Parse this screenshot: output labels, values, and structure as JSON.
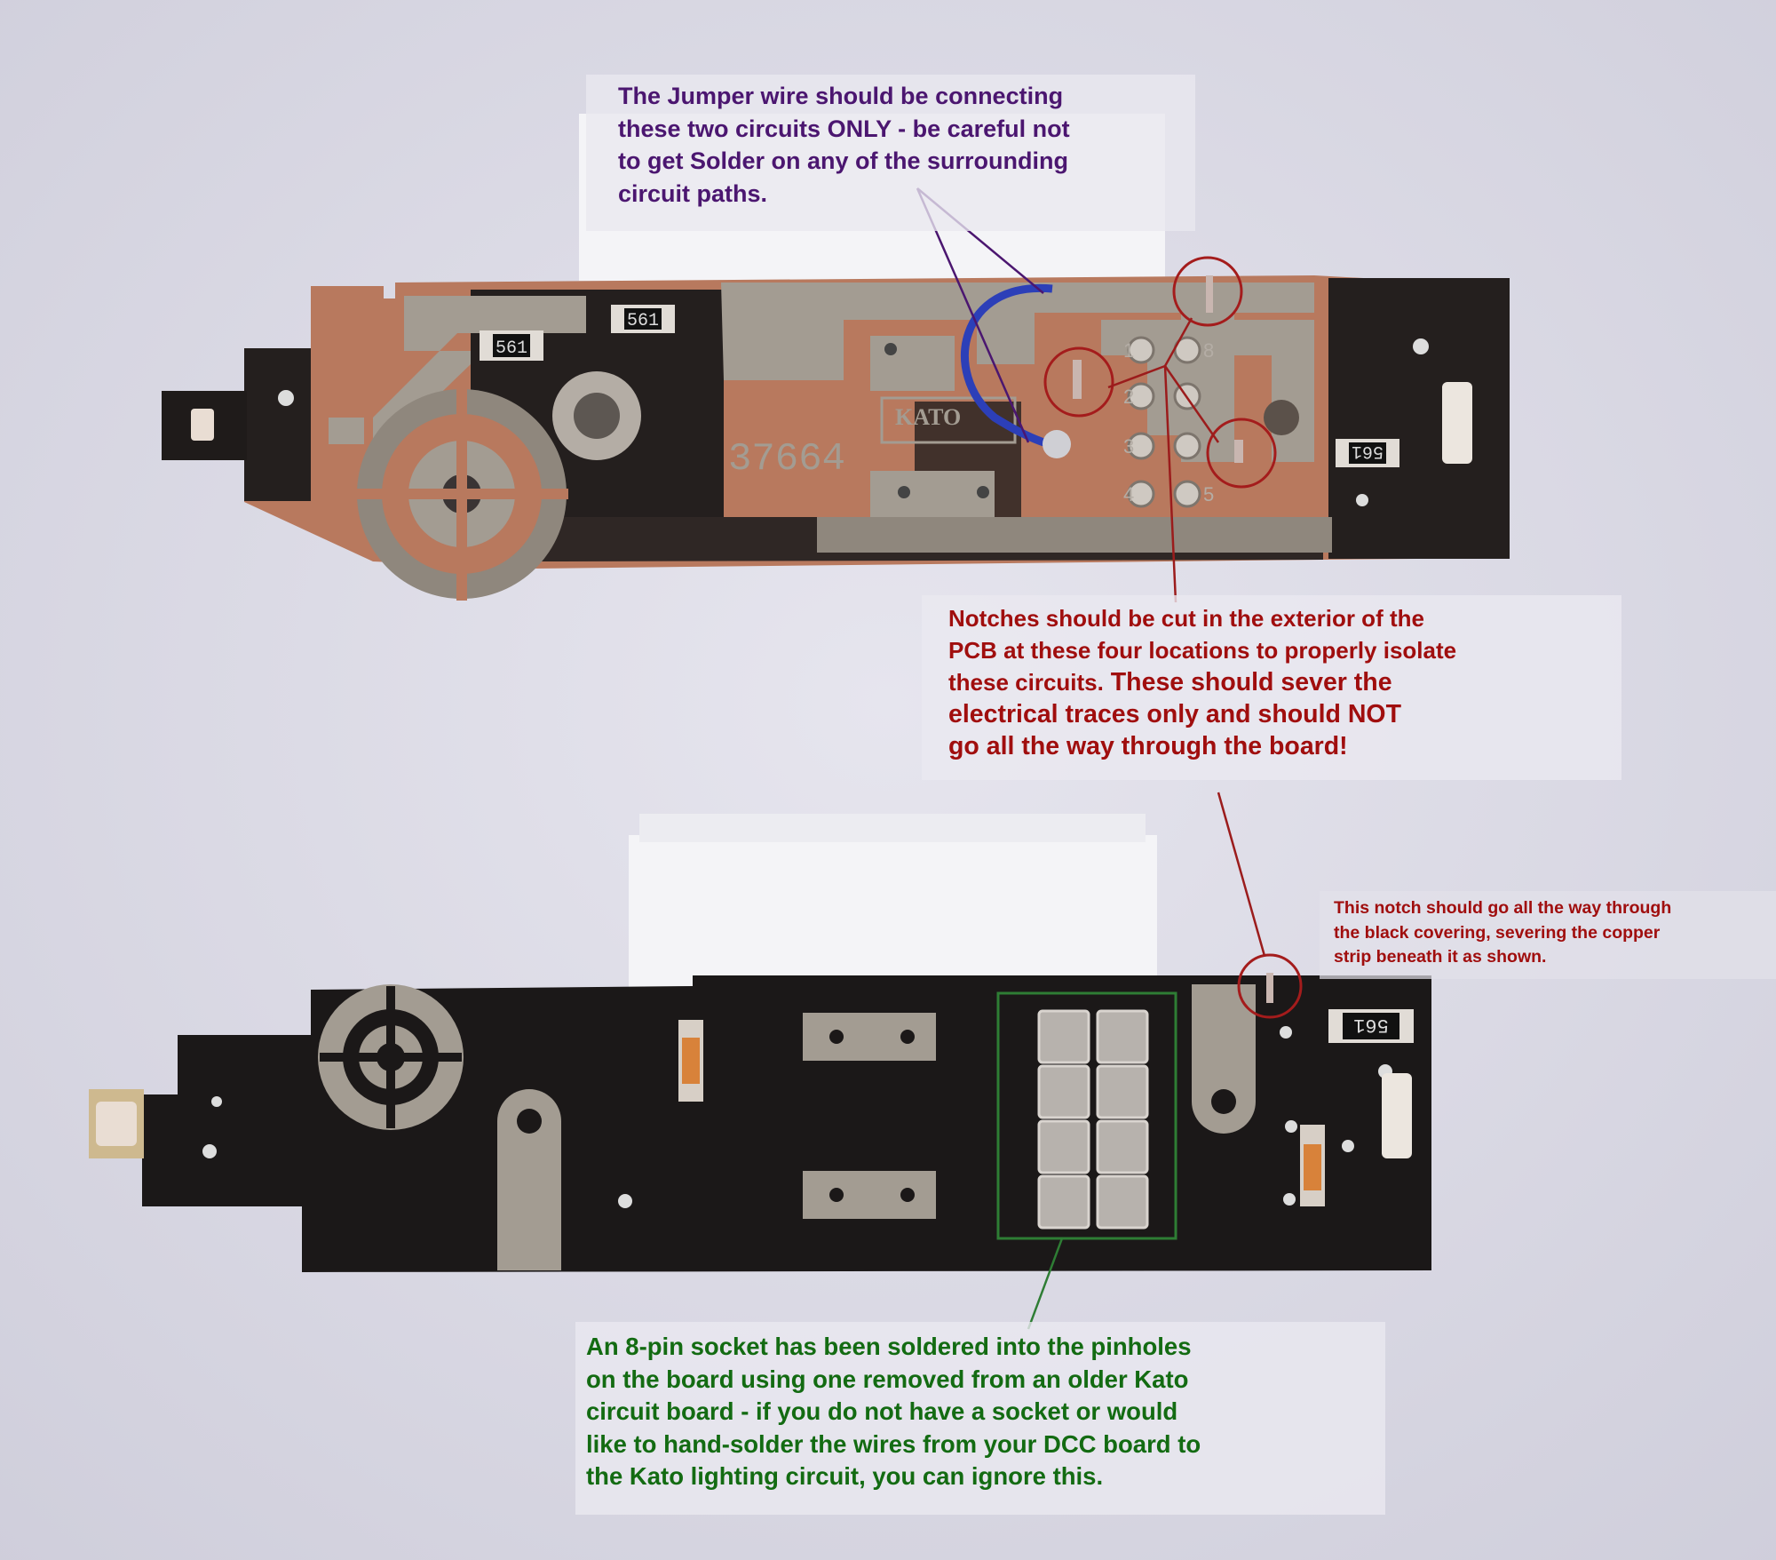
{
  "photo": {
    "top_board": {
      "part_number": "37664",
      "logo_text": "KATO",
      "resistor_codes": [
        "561",
        "561",
        "561"
      ],
      "pin_labels": [
        "1",
        "2",
        "3",
        "4",
        "5",
        "",
        "",
        "8"
      ]
    },
    "bottom_board": {
      "resistor_code": "561"
    }
  },
  "annotations": {
    "jumper": {
      "color": "#4b1670",
      "text": "The Jumper wire should be connecting\nthese two circuits ONLY - be careful not\nto get Solder on any of the surrounding\ncircuit paths."
    },
    "notches": {
      "color": "#a00e0e",
      "text_part1": "Notches should be cut in the exterior of the\nPCB at these four locations to properly isolate\nthese circuits.",
      "text_part2": " These should sever the\nelectrical traces only and should NOT\ngo all the way through the board!"
    },
    "notch_through": {
      "color": "#a00e0e",
      "text": "This notch should go all the way through\nthe black covering, severing the copper\nstrip beneath it as shown."
    },
    "socket": {
      "color": "#136b12",
      "text": "An 8-pin socket has been soldered into the pinholes\non the board using one removed from an older Kato\ncircuit board - if you do not have a socket or would\nlike to hand-solder the wires from your DCC board to\nthe Kato lighting circuit, you can ignore this."
    }
  }
}
